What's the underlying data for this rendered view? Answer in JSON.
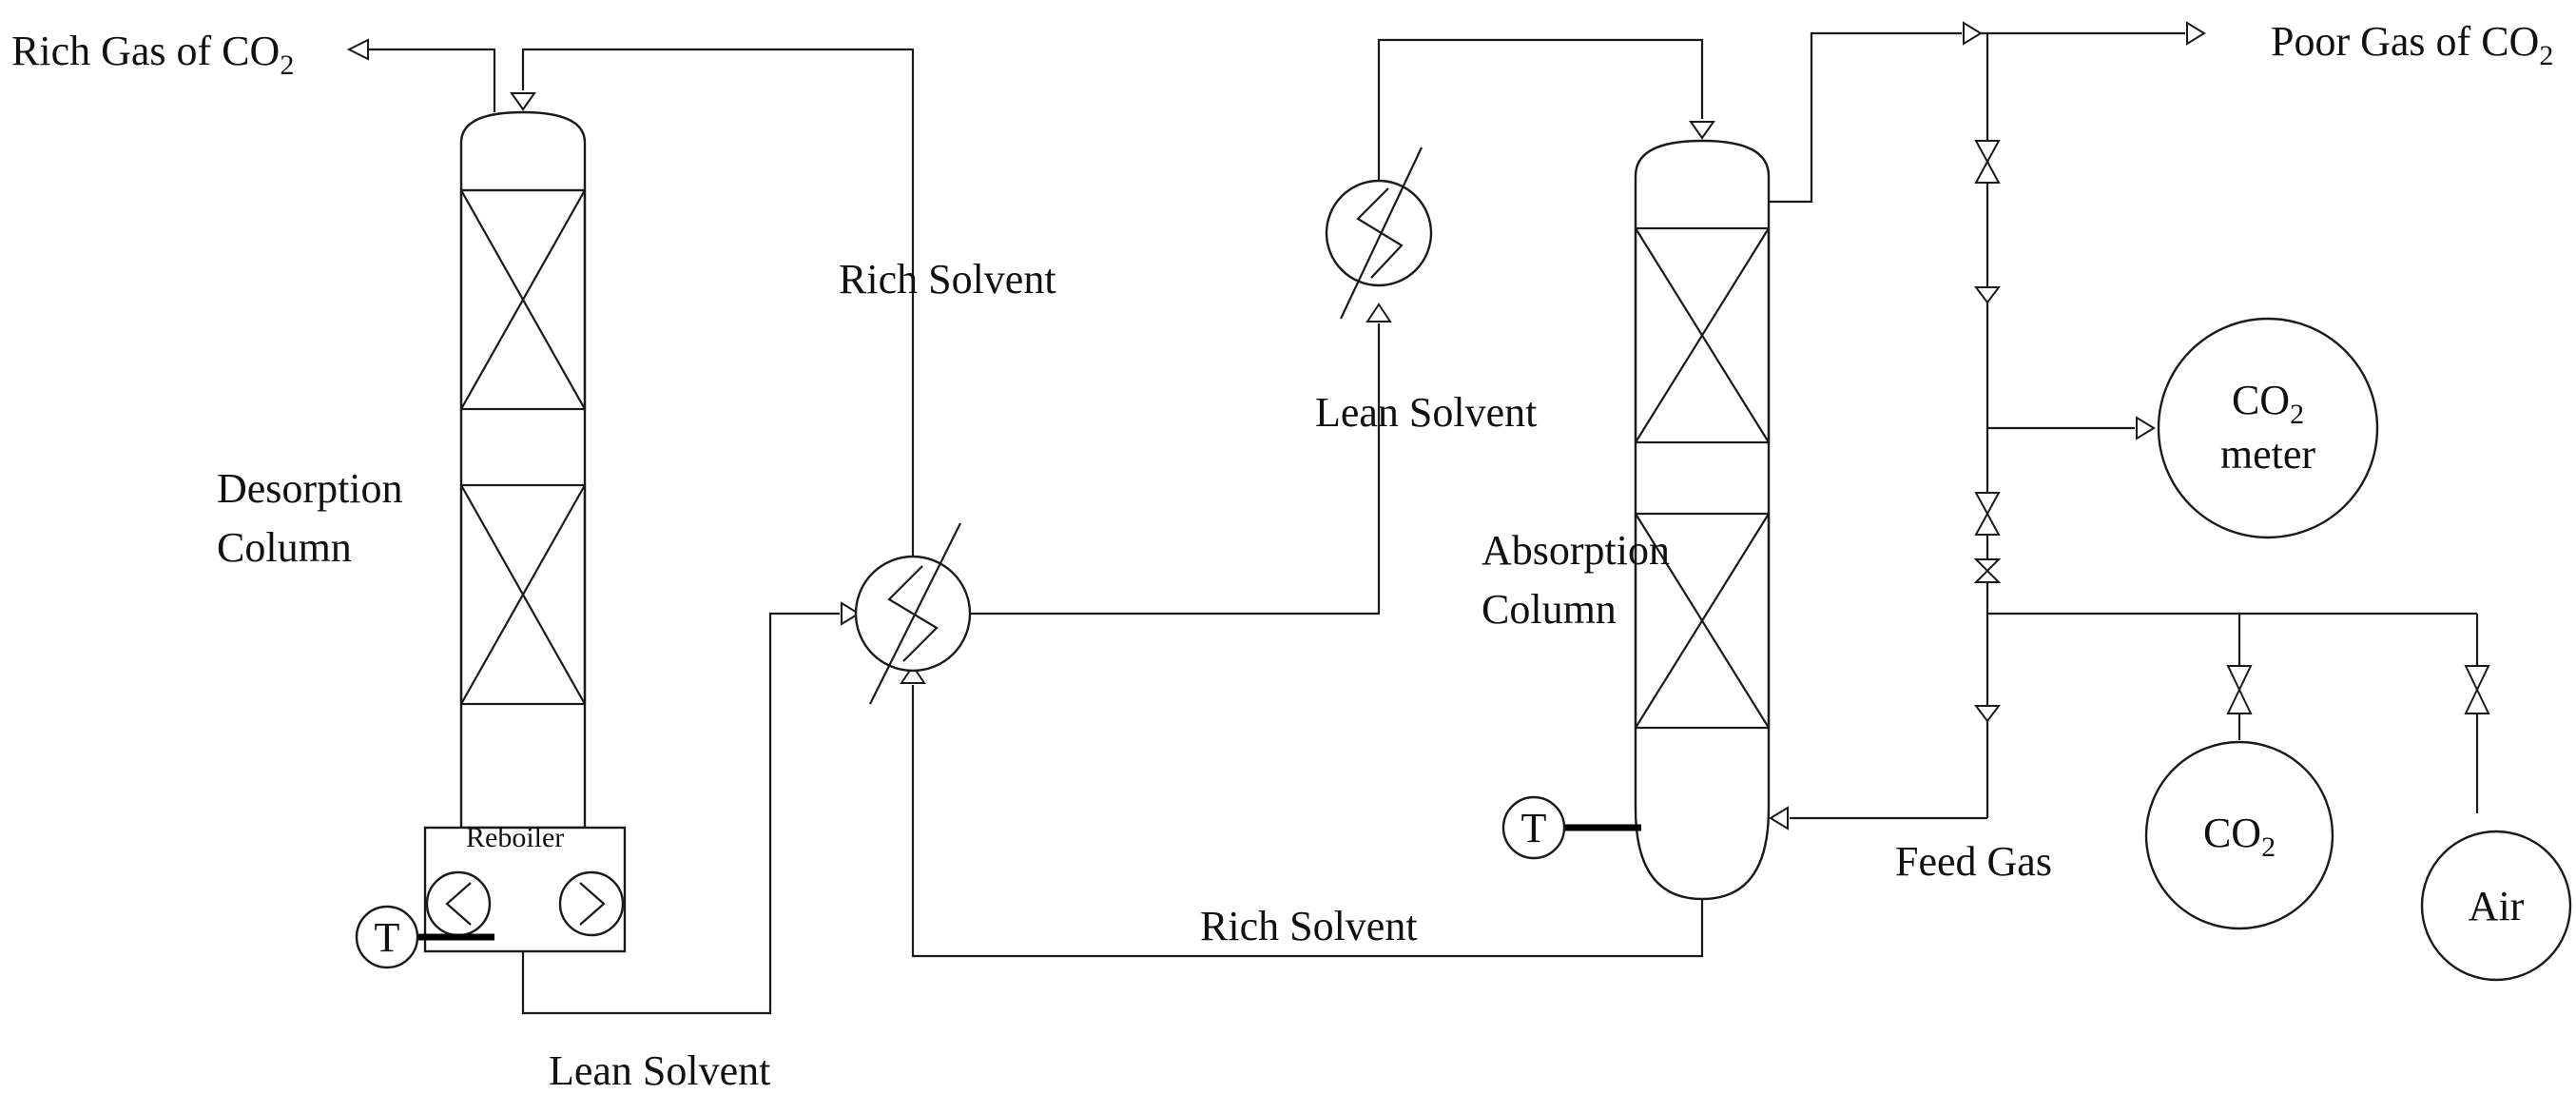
{
  "labels": {
    "rich_gas_prefix": "Rich Gas of CO",
    "rich_gas_sub": "2",
    "poor_gas_prefix": "Poor Gas of CO",
    "poor_gas_sub": "2",
    "rich_solvent_top": "Rich Solvent",
    "lean_solvent_top": "Lean Solvent",
    "desorption_line1": "Desorption",
    "desorption_line2": "Column",
    "absorption_line1": "Absorption",
    "absorption_line2": "Column",
    "reboiler": "Reboiler",
    "rich_solvent_bottom": "Rich Solvent",
    "lean_solvent_bottom": "Lean Solvent",
    "feed_gas": "Feed Gas",
    "temp_left": "T",
    "temp_right": "T",
    "meter_co": "CO",
    "meter_sub": "2",
    "meter_word": "meter",
    "co2_co": "CO",
    "co2_sub": "2",
    "air": "Air"
  }
}
